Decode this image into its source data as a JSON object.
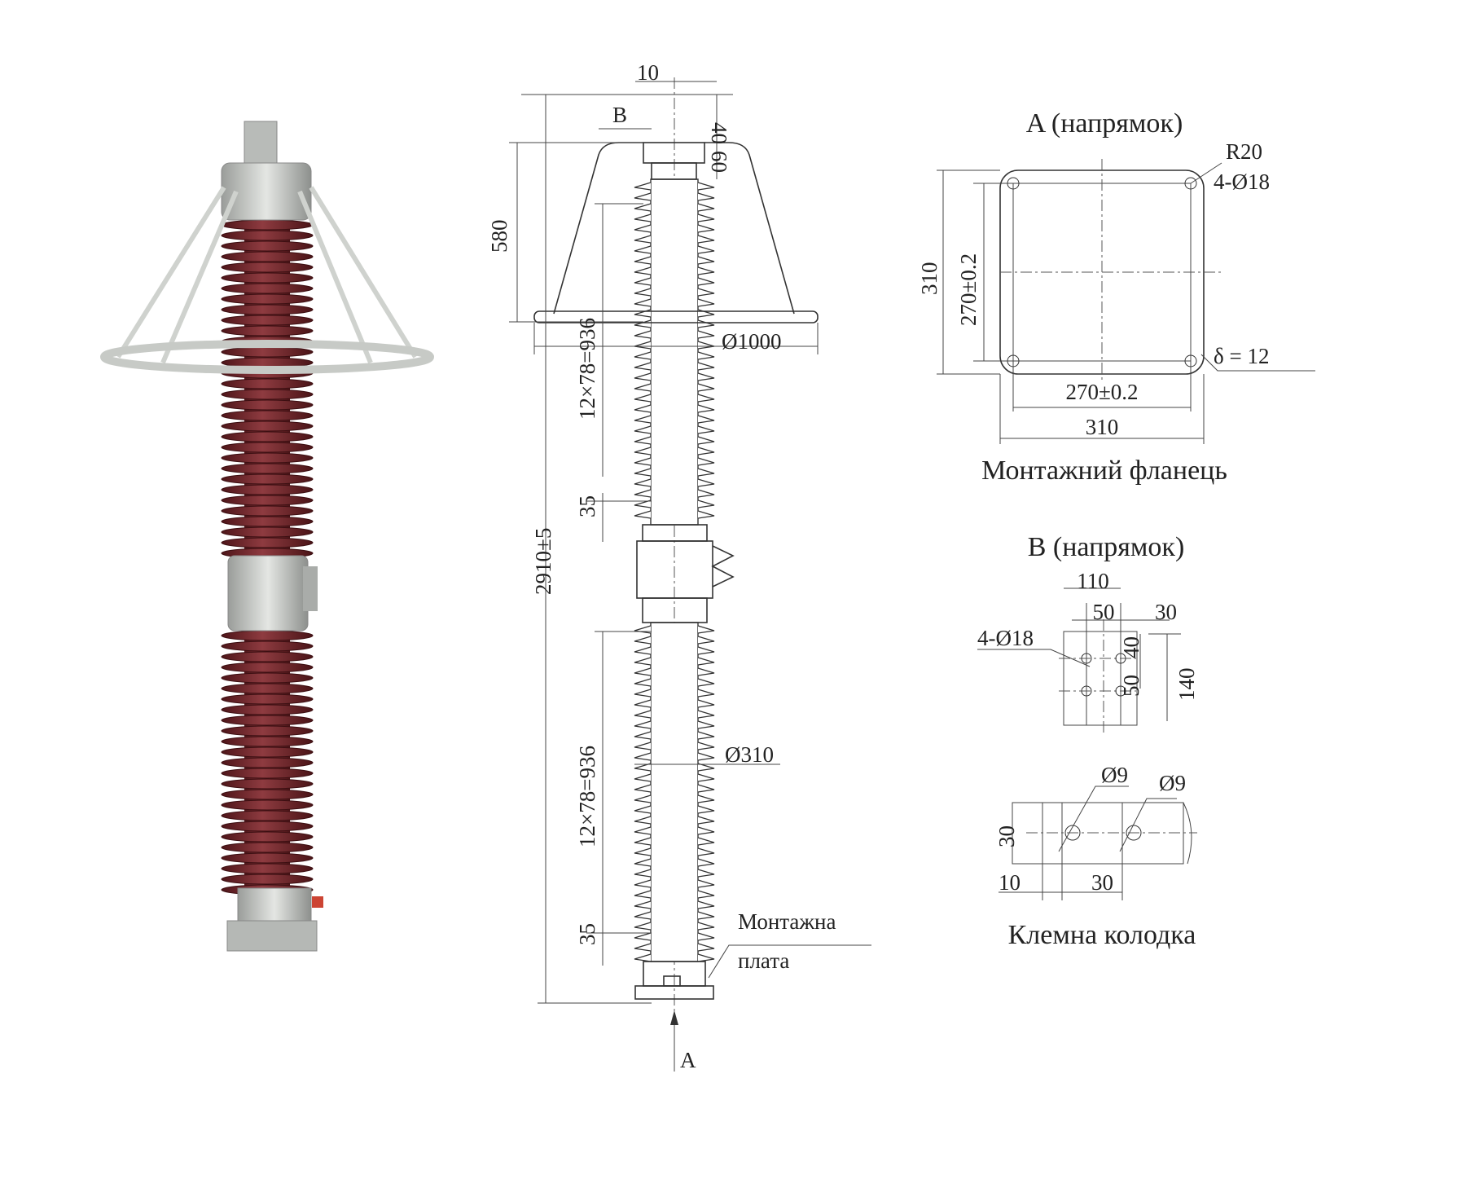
{
  "photo": {
    "subject": "surge-arrester-photo"
  },
  "drawing": {
    "dim_10": "10",
    "label_b": "B",
    "dim_40": "40",
    "dim_60": "60",
    "dim_580": "580",
    "dim_upper_pitch": "12×78=936",
    "dim_ring": "Ø1000",
    "dim_35_upper": "35",
    "dim_total": "2910±5",
    "dim_shed": "Ø310",
    "dim_lower_pitch": "12×78=936",
    "dim_35_lower": "35",
    "mount_plate_1": "Монтажна",
    "mount_plate_2": "плата",
    "label_a": "A"
  },
  "flange": {
    "title": "A (напрямок)",
    "r20": "R20",
    "holes": "4-Ø18",
    "h_outer": "310",
    "h_inner": "270±0.2",
    "thickness": "δ  = 12",
    "w_inner": "270±0.2",
    "w_outer": "310",
    "caption": "Монтажний фланець"
  },
  "terminal": {
    "title": "B (напрямок)",
    "w110": "110",
    "w50": "50",
    "w30": "30",
    "holes": "4-Ø18",
    "h50": "50",
    "h40": "40",
    "h140": "140",
    "d9a": "Ø9",
    "d9b": "Ø9",
    "h30": "30",
    "w10": "10",
    "w30b": "30",
    "caption": "Клемна колодка"
  },
  "colors": {
    "porcelain": "#7a2a2e",
    "metal": "#c9ccc8",
    "line": "#333333"
  }
}
